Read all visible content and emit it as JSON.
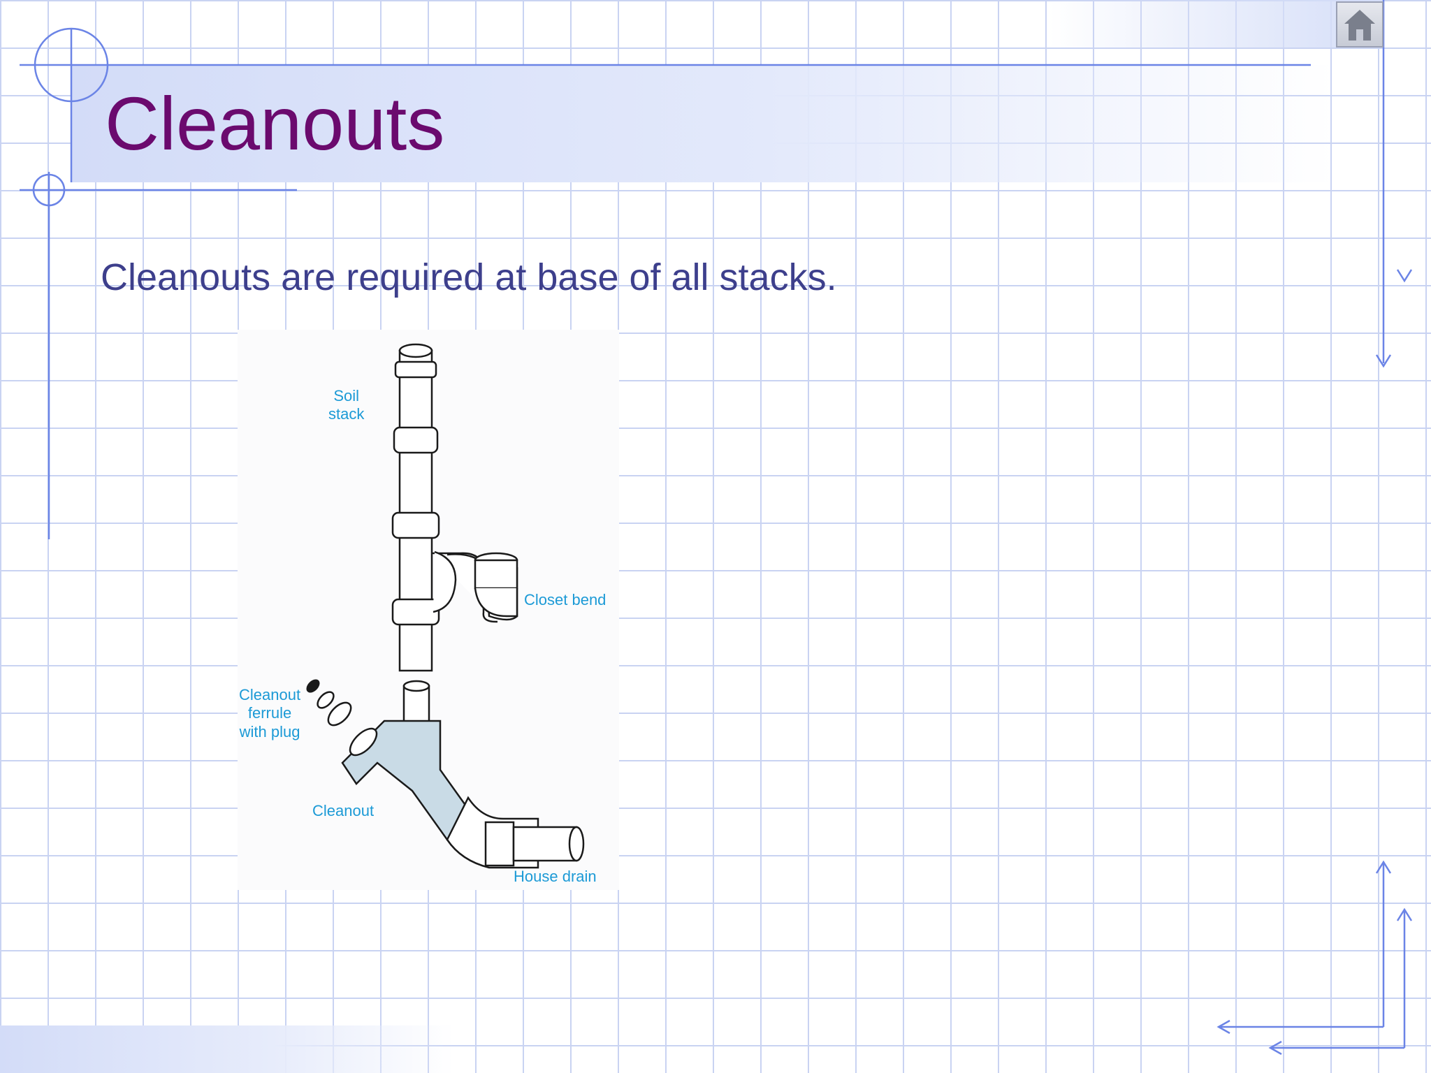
{
  "slide": {
    "title": "Cleanouts",
    "bullet": "Cleanouts are required at base of all stacks."
  },
  "nav": {
    "home_icon": "home-icon"
  },
  "figure": {
    "labels": {
      "soil_stack": "Soil\nstack",
      "closet_bend": "Closet bend",
      "cleanout_ferrule": "Cleanout\nferrule\nwith plug",
      "cleanout": "Cleanout",
      "house_drain": "House drain"
    }
  },
  "colors": {
    "title": "#6b0a6e",
    "body_text": "#3d3f8c",
    "accent_lines": "#6b84e6",
    "grid": "#c9d3f2",
    "figure_labels": "#1c9ad6",
    "pipe_fill": "#c9dbe6"
  }
}
